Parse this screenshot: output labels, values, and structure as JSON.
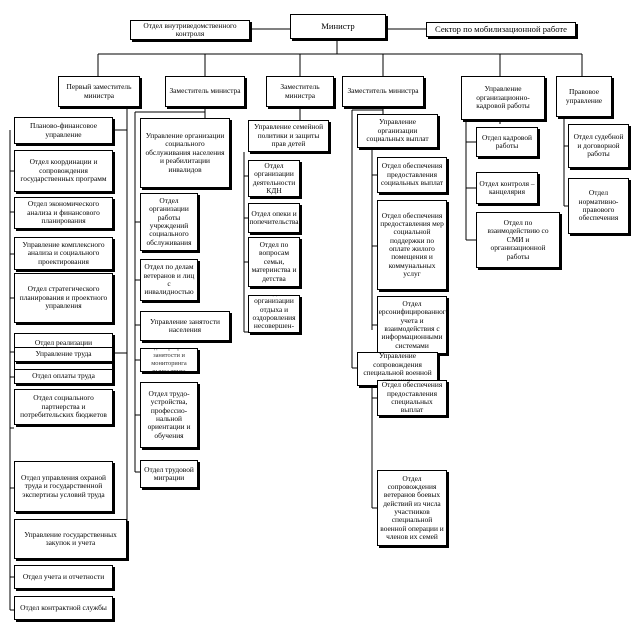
{
  "top": {
    "minister": "Министр",
    "internal_control": "Отдел внутриведомственного контроля",
    "mobilization": "Сектор по мобилизационной работе"
  },
  "col1": {
    "head": "Первый заместитель министра",
    "planning": "Планово-финансовое управление",
    "coordination": "Отдел координации и сопровождения государственных программ",
    "economic": "Отдел экономического анализа и финансового планирования",
    "complex": "Управление комплексного анализа и социального проектирования",
    "strategic": "Отдел стратегического планирования и проектного управления",
    "projects": "Отдел реализации социальных проектов и программ",
    "labor": "Управление труда",
    "pay": "Отдел оплаты труда",
    "partnership": "Отдел социального партнерства и потребительских бюджетов",
    "safety": "Отдел управления охраной труда и государственной экспертизы условий труда",
    "procurement": "Управление государственных закупок и учета",
    "accounting": "Отдел учета и отчетности",
    "contract": "Отдел контрактной службы"
  },
  "col2": {
    "head": "Заместитель министра",
    "services": "Управление организации социального обслуживания населения и реабилитации инвалидов",
    "institutions": "Отдел организации работы учреждений социального обслуживания",
    "veterans": "Отдел по делам ветеранов и лиц с инвалидностью",
    "employment": "Управление занятости населения",
    "programs": "Отдел программ занятости и мониторинга рынка труда",
    "career": "Отдел трудо-устройства, профессио-нальной ориентации и обучения",
    "migration": "Отдел трудовой миграции"
  },
  "col3": {
    "head": "Заместитель министра",
    "family": "Управление семейной политики и защиты прав детей",
    "kdn": "Отдел организации деятельности КДН",
    "guardianship": "Отдел опеки и попечительства",
    "family_dept": "Отдел по вопросам семьи, материнства и детства",
    "recreation": "Отдел организации отдыха и оздоровления несовершен-нолетних"
  },
  "col4": {
    "head": "Заместитель министра",
    "payments": "Управление организации социальных выплат",
    "provision": "Отдел обеспечения предоставления социальных выплат",
    "housing": "Отдел обеспечения предоставления мер социальной поддержки по оплате жилого помещения и коммунальных услуг",
    "personified": "Отдел персонифицированного учета и взаимодействия с информационными системами",
    "svo": "Управление сопровождения специальной военной операции",
    "special_payments": "Отдел обеспечения предоставления специальных выплат",
    "combat": "Отдел сопровождения ветеранов боевых действий из числа участников специальной военной операции и членов их семей"
  },
  "col5": {
    "head": "Управление организационно-кадровой работы",
    "personnel": "Отдел кадровой работы",
    "chancellery": "Отдел контроля – канцелярия",
    "media": "Отдел по взаимодействию со СМИ и организационной работы"
  },
  "col6": {
    "head": "Правовое управление",
    "judicial": "Отдел судебной и договорной работы",
    "normative": "Отдел нормативно-правового обеспечения"
  }
}
